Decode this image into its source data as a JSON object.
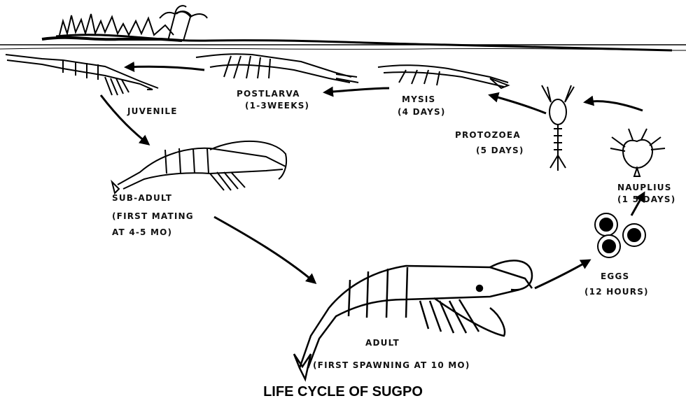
{
  "title": "LIFE CYCLE OF SUGPO",
  "stages": {
    "juvenile": {
      "name": "JUVENILE"
    },
    "postlarva": {
      "name": "POSTLARVA",
      "duration": "(1-3WEEKS)"
    },
    "mysis": {
      "name": "MYSIS",
      "duration": "(4 DAYS)"
    },
    "protozoea": {
      "name": "PROTOZOEA",
      "duration": "(5 DAYS)"
    },
    "nauplius": {
      "name": "NAUPLIUS",
      "duration": "(1 5 DAYS)"
    },
    "eggs": {
      "name": "EGGS",
      "duration": "(12 HOURS)"
    },
    "adult": {
      "name": "ADULT",
      "duration": "(FIRST SPAWNING AT 10 MO)"
    },
    "subadult": {
      "name": "SUB-ADULT",
      "note_line1": "(FIRST MATING",
      "note_line2": "AT 4-5 MO)"
    }
  }
}
